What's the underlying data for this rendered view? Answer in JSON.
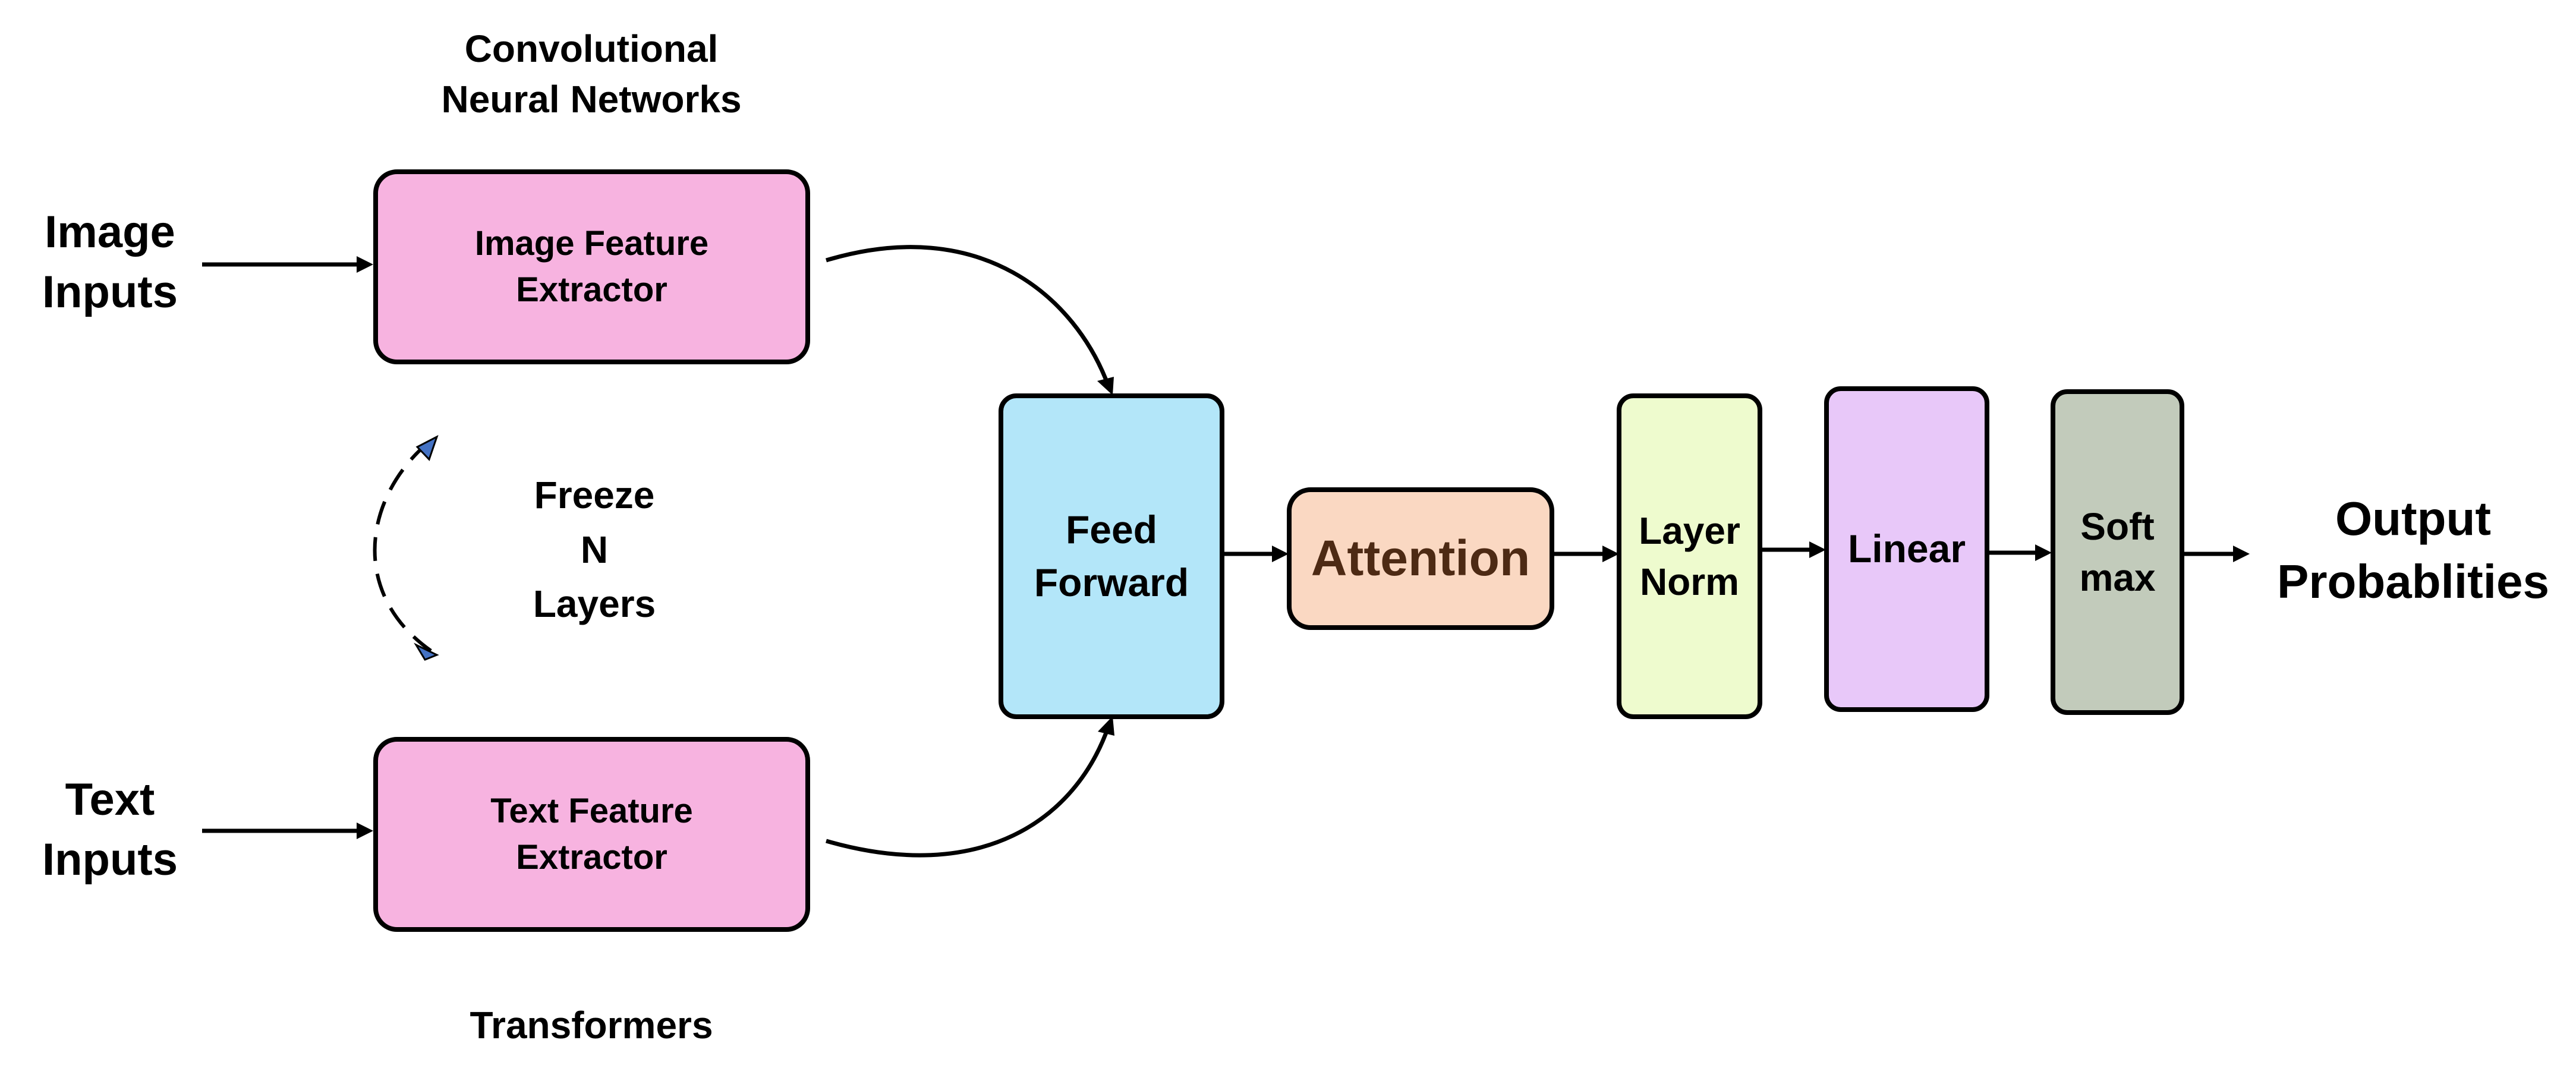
{
  "inputs": {
    "image": "Image\nInputs",
    "text": "Text\nInputs"
  },
  "extractors": {
    "image": {
      "label": "Image Feature\nExtractor",
      "caption": "Convolutional\nNeural Networks",
      "color": "#f7b3e0"
    },
    "text": {
      "label": "Text Feature\nExtractor",
      "caption": "Transformers",
      "color": "#f7b3e0"
    }
  },
  "freeze_label": "Freeze\nN\nLayers",
  "blocks": [
    {
      "id": "feed-forward",
      "label": "Feed\nForward",
      "color": "#b3e6f9"
    },
    {
      "id": "attention",
      "label": "Attention",
      "color": "#fad8c2",
      "text_color": "#4d2a14"
    },
    {
      "id": "layer-norm",
      "label": "Layer\nNorm",
      "color": "#eefbce"
    },
    {
      "id": "linear",
      "label": "Linear",
      "color": "#e8c8f9"
    },
    {
      "id": "softmax",
      "label": "Soft\nmax",
      "color": "#c2cbbb"
    }
  ],
  "output": "Output\nProbablities",
  "accent_colors": {
    "freeze_arrowhead": "#4472c4"
  }
}
